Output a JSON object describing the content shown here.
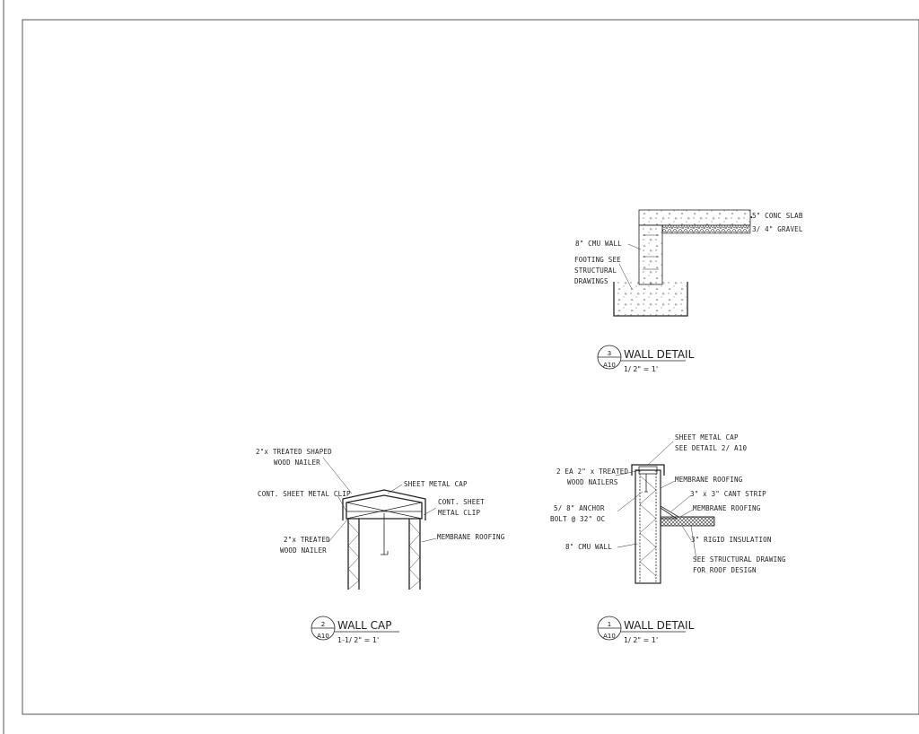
{
  "details": {
    "d3": {
      "number": "3",
      "sheet": "A10",
      "title": "WALL DETAIL",
      "scale": "1/ 2\" = 1'",
      "labels": {
        "slab": "5\" CONC SLAB",
        "gravel": "3/ 4\" GRAVEL",
        "cmu": "8\" CMU WALL",
        "footing1": "FOOTING SEE",
        "footing2": "STRUCTURAL",
        "footing3": "DRAWINGS"
      }
    },
    "d2": {
      "number": "2",
      "sheet": "A10",
      "title": "WALL CAP",
      "scale": "1-1/ 2\" = 1'",
      "labels": {
        "nailer1a": "2\"x TREATED SHAPED",
        "nailer1b": "WOOD NAILER",
        "sheetcap": "SHEET METAL CAP",
        "clipL": "CONT. SHEET METAL CLIP",
        "clipR1": "CONT. SHEET",
        "clipR2": "METAL CLIP",
        "nailer2a": "2\"x TREATED",
        "nailer2b": "WOOD NAILER",
        "membrane": "MEMBRANE ROOFING"
      }
    },
    "d1": {
      "number": "1",
      "sheet": "A10",
      "title": "WALL DETAIL",
      "scale": "1/ 2\" = 1'",
      "labels": {
        "cap1": "SHEET METAL CAP",
        "cap2": "SEE DETAIL 2/ A10",
        "nailers1": "2 EA 2\" x TREATED",
        "nailers2": "WOOD NAILERS",
        "membrane1": "MEMBRANE ROOFING",
        "cant": "3\" x 3\" CANT STRIP",
        "bolt1": "5/ 8\" ANCHOR",
        "bolt2": "BOLT @ 32\" OC",
        "membrane2": "MEMBRANE ROOFING",
        "cmu": "8\" CMU WALL",
        "insulation": "3\" RIGID INSULATION",
        "struct1": "SEE STRUCTURAL DRAWING",
        "struct2": "FOR ROOF DESIGN"
      }
    }
  }
}
